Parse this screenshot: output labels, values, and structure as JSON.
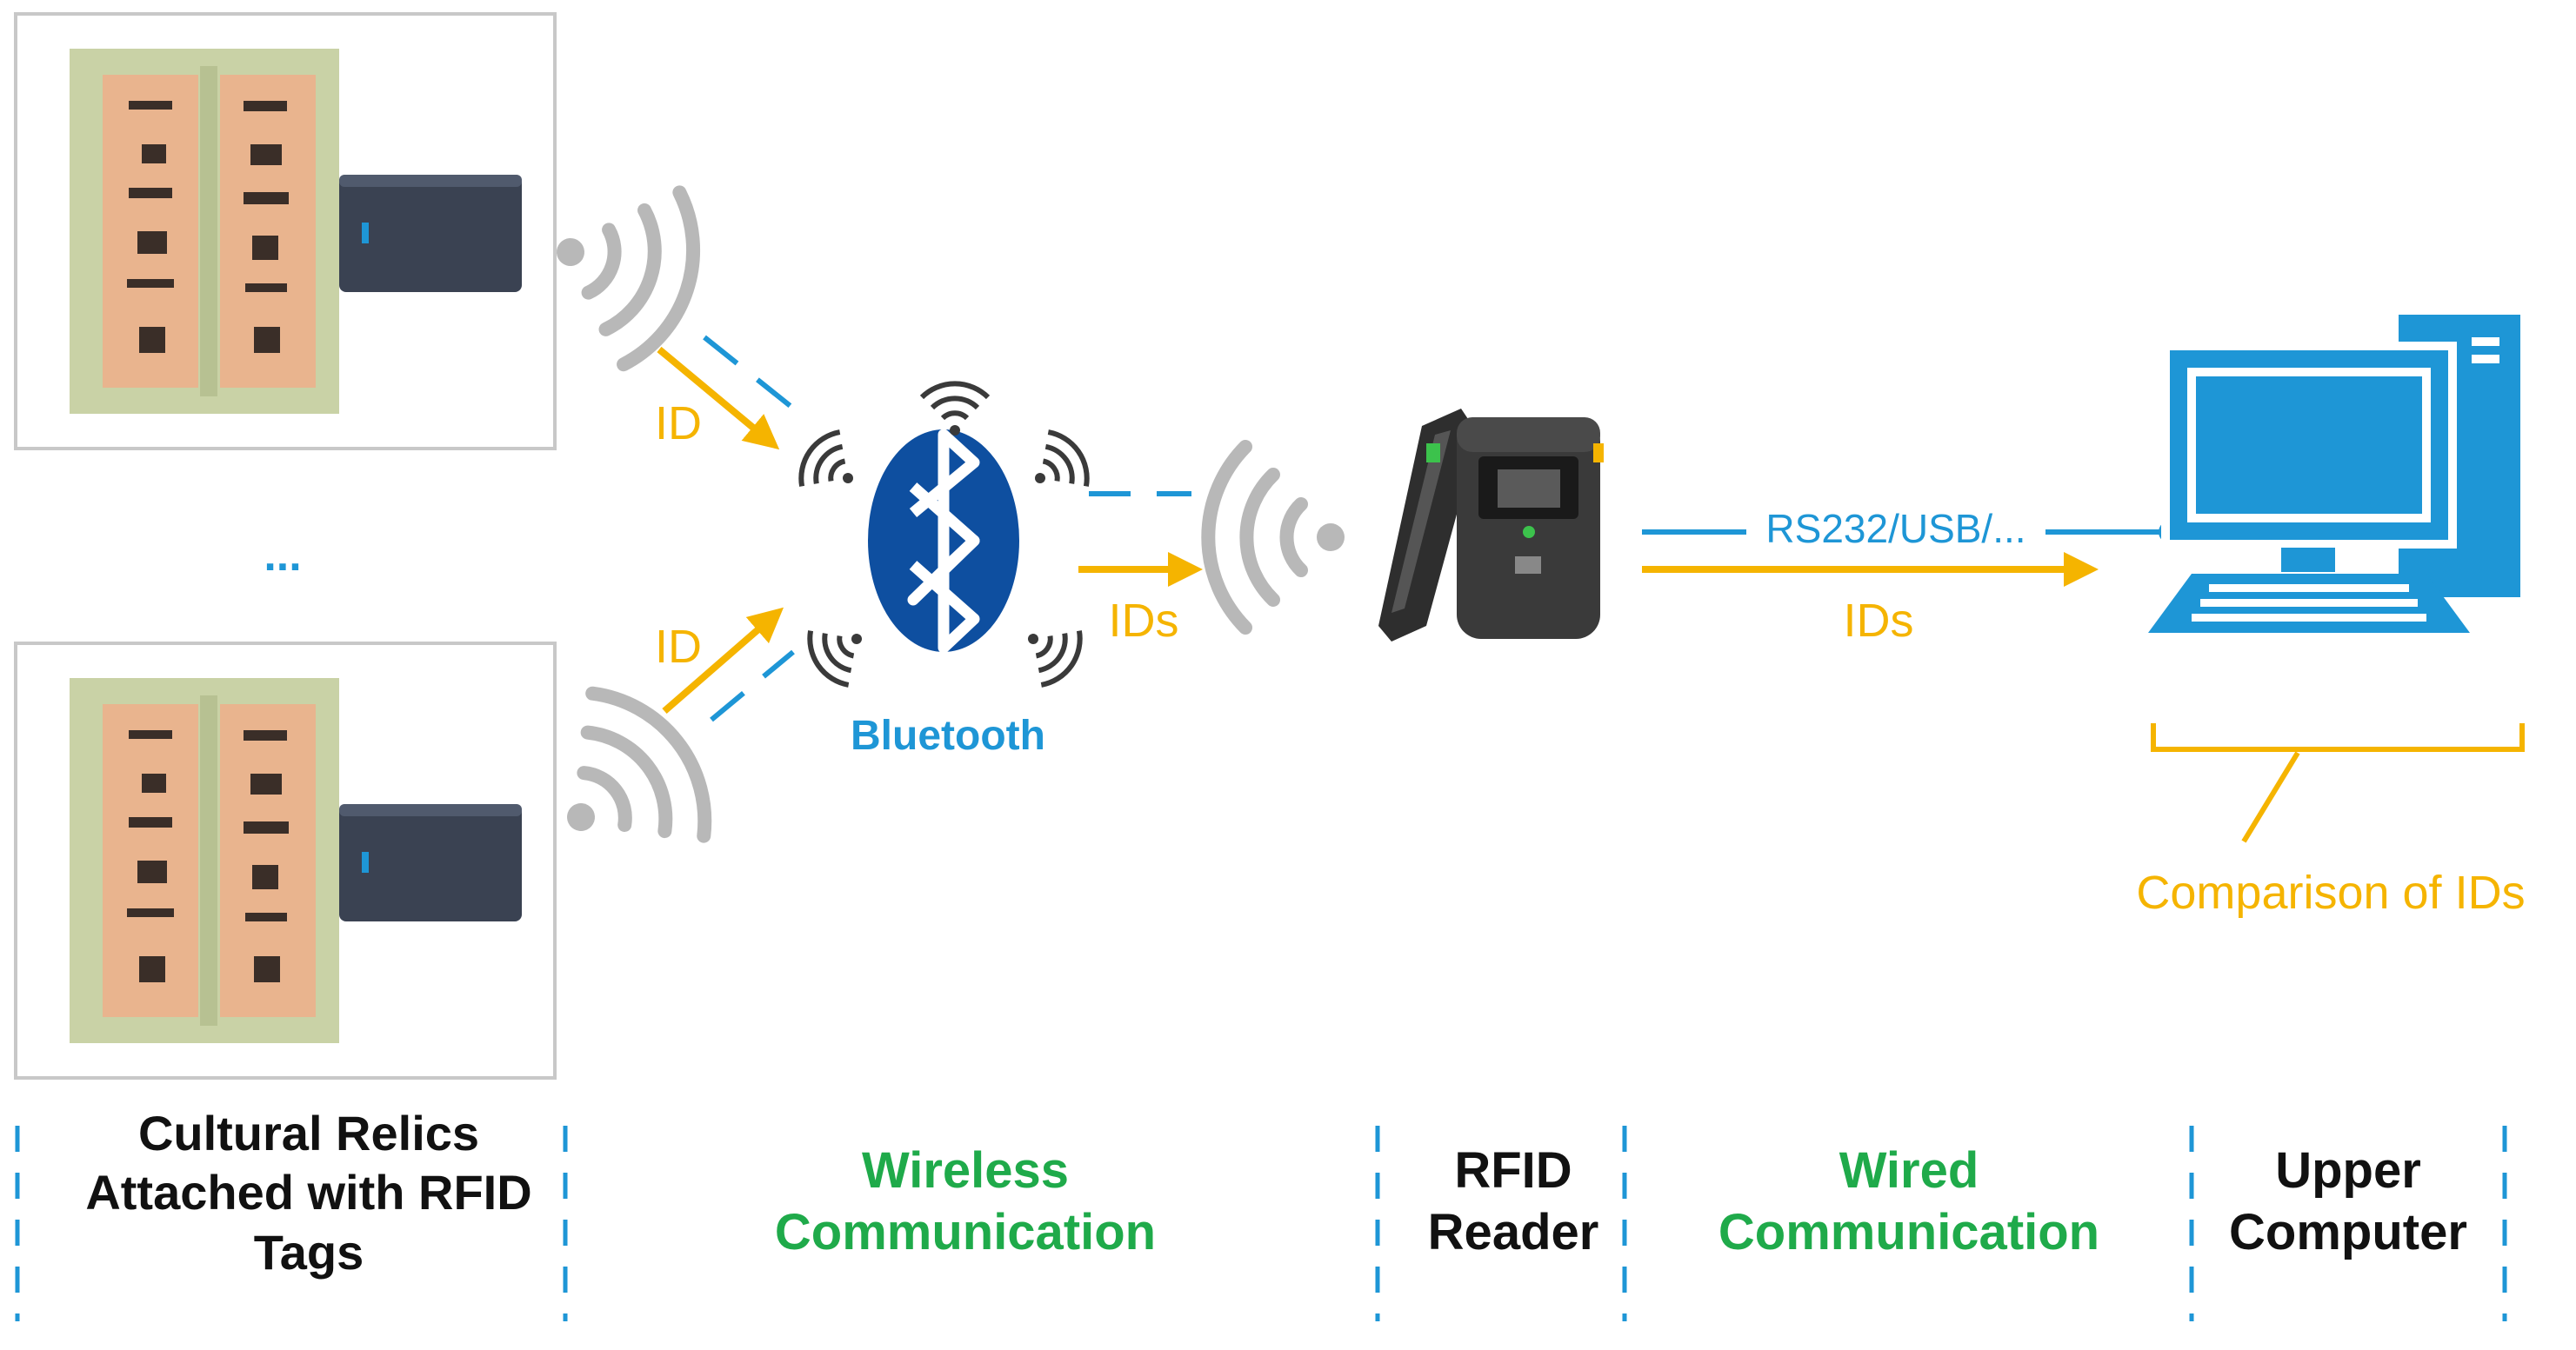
{
  "colors": {
    "accent_yellow": "#f5b400",
    "accent_blue": "#1e96d6",
    "label_green": "#1faa4a",
    "signal_gray": "#b8b8b8",
    "tag_dark": "#3a4252"
  },
  "icons": [
    "cultural-relic-image",
    "rfid-tag-card",
    "wifi-signal-icon",
    "bluetooth-icon",
    "rfid-reader-device",
    "desktop-computer-icon"
  ],
  "arrows": {
    "top_id": "ID",
    "bottom_id": "ID",
    "bluetooth_to_reader": "IDs",
    "reader_to_computer": "IDs"
  },
  "ellipsis": "...",
  "bluetooth_label": "Bluetooth",
  "wired_link_label": "RS232/USB/...",
  "comparison_label": "Comparison of IDs",
  "sections": {
    "relics": [
      "Cultural Relics",
      "Attached with RFID",
      "Tags"
    ],
    "wireless": [
      "Wireless",
      "Communication"
    ],
    "reader": [
      "RFID",
      "Reader"
    ],
    "wired": [
      "Wired",
      "Communication"
    ],
    "computer": [
      "Upper",
      "Computer"
    ]
  }
}
